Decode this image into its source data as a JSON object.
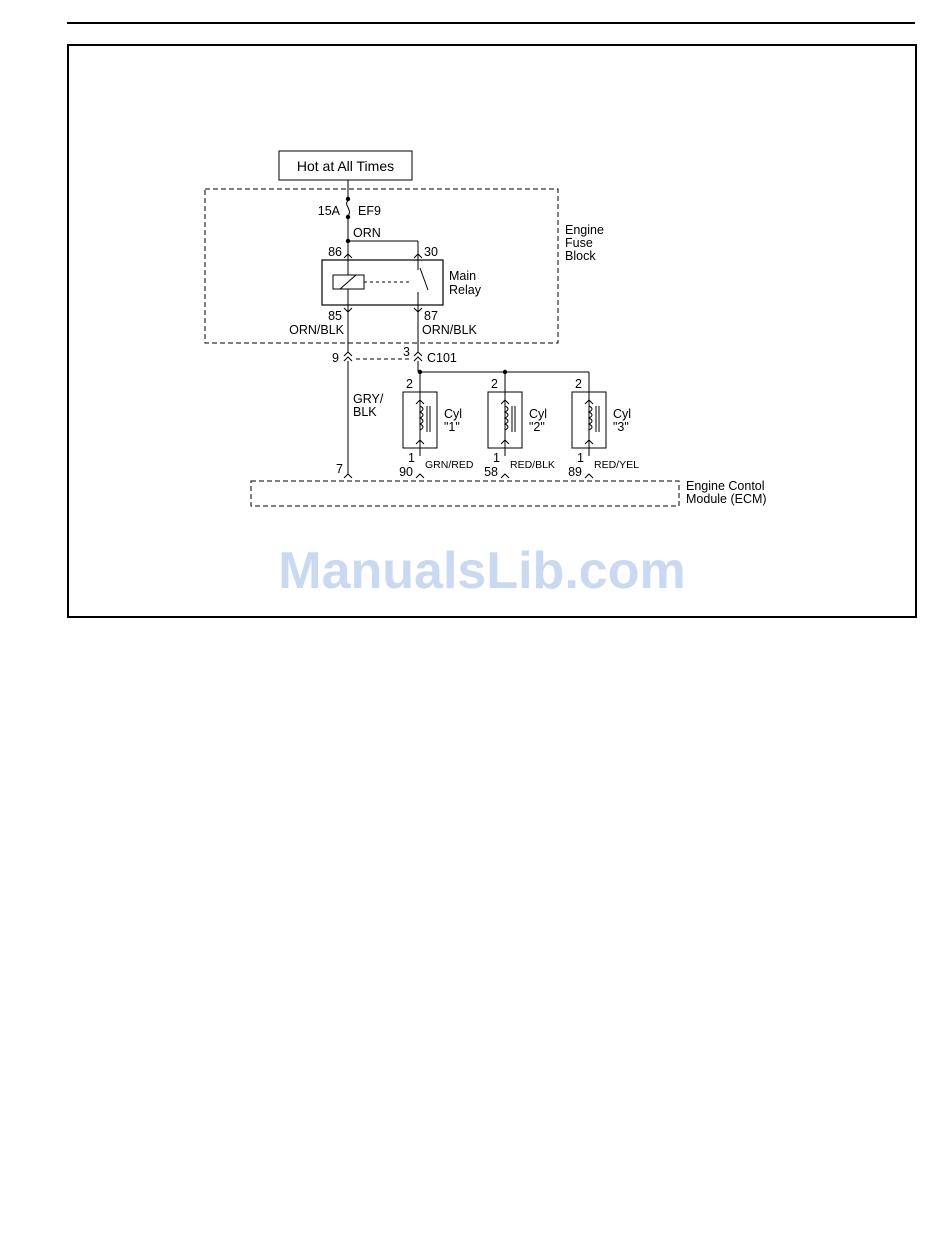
{
  "power_source": "Hot at All Times",
  "fuse": {
    "rating": "15A",
    "name": "EF9"
  },
  "fuse_block": {
    "line1": "Engine",
    "line2": "Fuse",
    "line3": "Block"
  },
  "wires": {
    "orn": "ORN",
    "orn_blk_left": "ORN/BLK",
    "orn_blk_right": "ORN/BLK",
    "gry_blk_line1": "GRY/",
    "gry_blk_line2": "BLK",
    "grn_red": "GRN/RED",
    "red_blk": "RED/BLK",
    "red_yel": "RED/YEL"
  },
  "relay": {
    "name_line1": "Main",
    "name_line2": "Relay",
    "pins": {
      "p86": "86",
      "p30": "30",
      "p85": "85",
      "p87": "87"
    }
  },
  "connector": {
    "name": "C101",
    "pin_left": "9",
    "pin_right": "3"
  },
  "coils": [
    {
      "label_line1": "Cyl",
      "label_line2": "\"1\"",
      "pin_top": "2",
      "pin_bottom": "1",
      "ecm_pin": "90"
    },
    {
      "label_line1": "Cyl",
      "label_line2": "\"2\"",
      "pin_top": "2",
      "pin_bottom": "1",
      "ecm_pin": "58"
    },
    {
      "label_line1": "Cyl",
      "label_line2": "\"3\"",
      "pin_top": "2",
      "pin_bottom": "1",
      "ecm_pin": "89"
    }
  ],
  "ecm": {
    "line1": "Engine Contol",
    "line2": "Module (ECM)",
    "pin_gry": "7"
  },
  "watermark": "ManualsLib.com",
  "colors": {
    "line": "#000000",
    "watermark": "#c9d9f2"
  }
}
